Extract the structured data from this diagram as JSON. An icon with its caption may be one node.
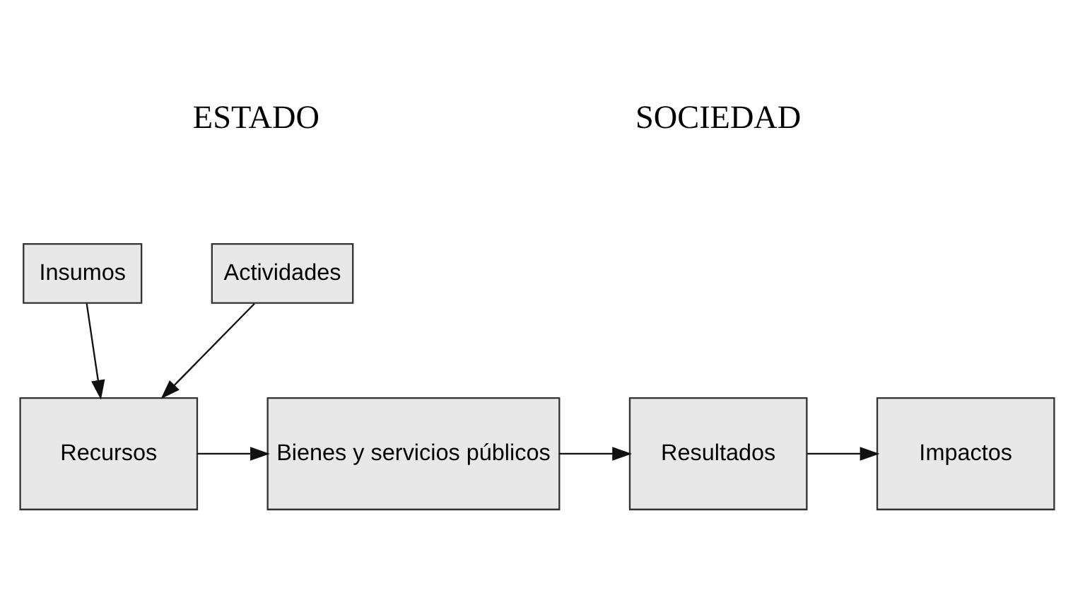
{
  "diagram": {
    "nodes": [
      {
        "text": [
          "Insumos"
        ]
      },
      {
        "text": [
          "Actividades"
        ]
      },
      {
        "text": [
          "Recursos"
        ]
      },
      {
        "text": [
          "Bienes y servicios públicos"
        ]
      },
      {
        "text": [
          "Resultados"
        ]
      },
      {
        "text": [
          "Impactos"
        ]
      }
    ],
    "edges": [
      {
        "from": 0,
        "to": 2,
        "arrow": "to"
      },
      {
        "from": 1,
        "to": 2,
        "arrow": "to"
      },
      {
        "from": 2,
        "to": 3,
        "arrow": "to"
      },
      {
        "from": 3,
        "to": 4,
        "arrow": "to"
      },
      {
        "from": 4,
        "to": 5,
        "arrow": "to"
      }
    ],
    "labels": [
      "ESTADO",
      "SOCIEDAD"
    ]
  }
}
